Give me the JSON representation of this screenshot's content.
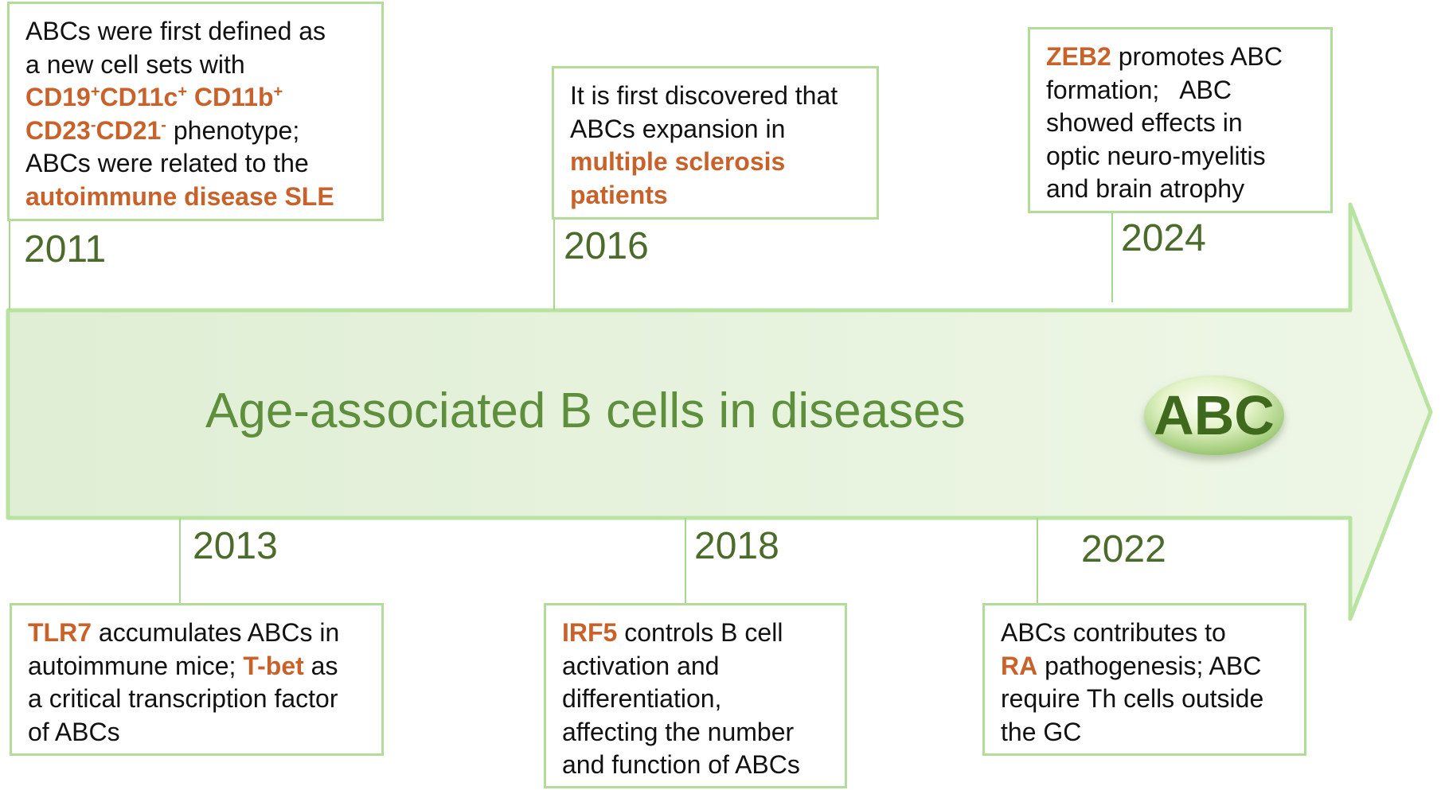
{
  "title": "Age-associated B cells in diseases",
  "badge": "ABC",
  "colors": {
    "accent": "#c8622a",
    "year": "#4a6b2a",
    "border": "#b3dc9a",
    "arrow_fill": "#e6f2dc"
  },
  "events": [
    {
      "year": "2011",
      "lines": [
        [
          {
            "t": "ABCs were first defined as"
          }
        ],
        [
          {
            "t": "a new cell sets with"
          }
        ],
        [
          {
            "t": "CD19",
            "h": true
          },
          {
            "t": "+",
            "h": true,
            "sup": true
          },
          {
            "t": "CD11c",
            "h": true
          },
          {
            "t": "+",
            "h": true,
            "sup": true
          },
          {
            "t": " CD11b",
            "h": true
          },
          {
            "t": "+",
            "h": true,
            "sup": true
          }
        ],
        [
          {
            "t": "CD23",
            "h": true
          },
          {
            "t": "-",
            "h": true,
            "sup": true
          },
          {
            "t": "CD21",
            "h": true
          },
          {
            "t": "-",
            "h": true,
            "sup": true
          },
          {
            "t": " phenotype;"
          }
        ],
        [
          {
            "t": "ABCs were related to the"
          }
        ],
        [
          {
            "t": "autoimmune disease SLE",
            "h": true
          }
        ]
      ]
    },
    {
      "year": "2013",
      "lines": [
        [
          {
            "t": "TLR7",
            "h": true
          },
          {
            "t": " accumulates ABCs in"
          }
        ],
        [
          {
            "t": "autoimmune mice; "
          },
          {
            "t": "T-bet",
            "h": true
          },
          {
            "t": " as"
          }
        ],
        [
          {
            "t": "a critical transcription factor"
          }
        ],
        [
          {
            "t": "of ABCs"
          }
        ]
      ]
    },
    {
      "year": "2016",
      "lines": [
        [
          {
            "t": "It is first discovered that"
          }
        ],
        [
          {
            "t": "ABCs expansion in"
          }
        ],
        [
          {
            "t": "multiple sclerosis",
            "h": true
          }
        ],
        [
          {
            "t": "patients",
            "h": true
          }
        ]
      ]
    },
    {
      "year": "2018",
      "lines": [
        [
          {
            "t": "IRF5",
            "h": true
          },
          {
            "t": " controls B cell"
          }
        ],
        [
          {
            "t": "activation and"
          }
        ],
        [
          {
            "t": "differentiation,"
          }
        ],
        [
          {
            "t": "affecting the number"
          }
        ],
        [
          {
            "t": "and function of ABCs"
          }
        ]
      ]
    },
    {
      "year": "2022",
      "lines": [
        [
          {
            "t": "ABCs contributes to"
          }
        ],
        [
          {
            "t": "RA",
            "h": true
          },
          {
            "t": " pathogenesis; ABC"
          }
        ],
        [
          {
            "t": "require Th cells outside"
          }
        ],
        [
          {
            "t": "the GC"
          }
        ]
      ]
    },
    {
      "year": "2024",
      "lines": [
        [
          {
            "t": "ZEB2",
            "h": true
          },
          {
            "t": " promotes ABC"
          }
        ],
        [
          {
            "t": "formation;   ABC"
          }
        ],
        [
          {
            "t": "showed effects in"
          }
        ],
        [
          {
            "t": "optic neuro-myelitis"
          }
        ],
        [
          {
            "t": "and brain atrophy"
          }
        ]
      ]
    }
  ]
}
